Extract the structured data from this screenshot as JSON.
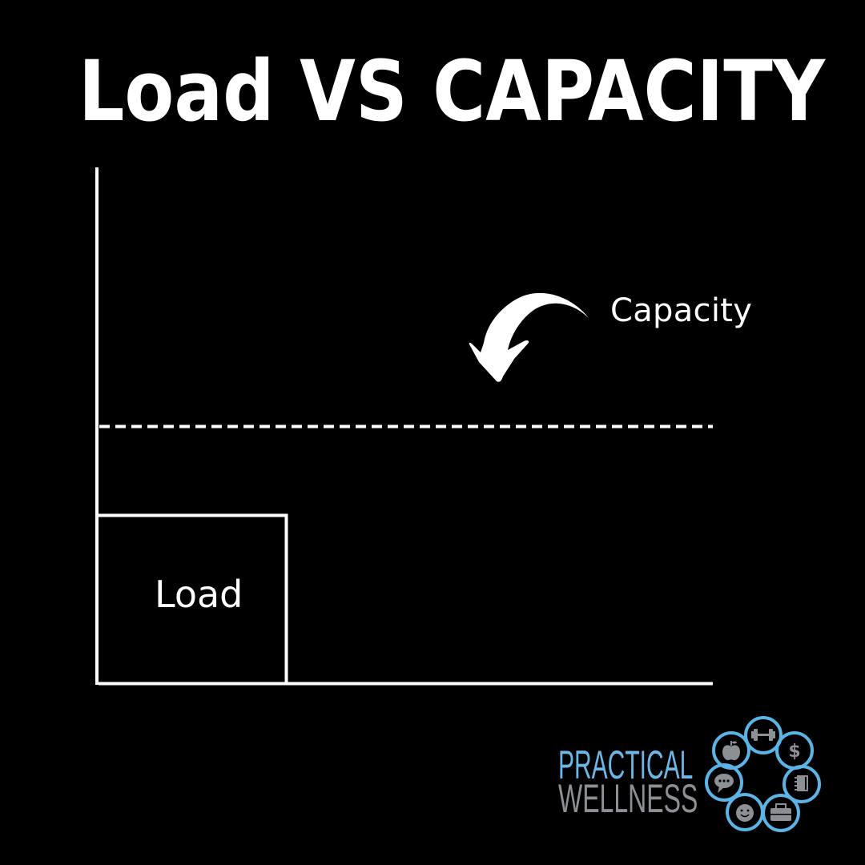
{
  "title": "Load VS CAPACITY",
  "diagram": {
    "capacity_label": "Capacity",
    "load_label": "Load",
    "capacity_line_style": "dashed",
    "arrow": "curved-arrow-pointing-down-left",
    "colors": {
      "background": "#000000",
      "foreground": "#ffffff"
    }
  },
  "logo": {
    "line1": "PRACTICAL",
    "line2": "WELLNESS",
    "colors": {
      "line1": "#6bb8e8",
      "line2": "#8c8f94",
      "rings": "#5bb4e6",
      "icons": "#8c8f94"
    },
    "icons": [
      "dumbbell-icon",
      "dollar-icon",
      "notebook-icon",
      "briefcase-icon",
      "smiley-icon",
      "chat-bubble-icon",
      "apple-icon"
    ]
  }
}
